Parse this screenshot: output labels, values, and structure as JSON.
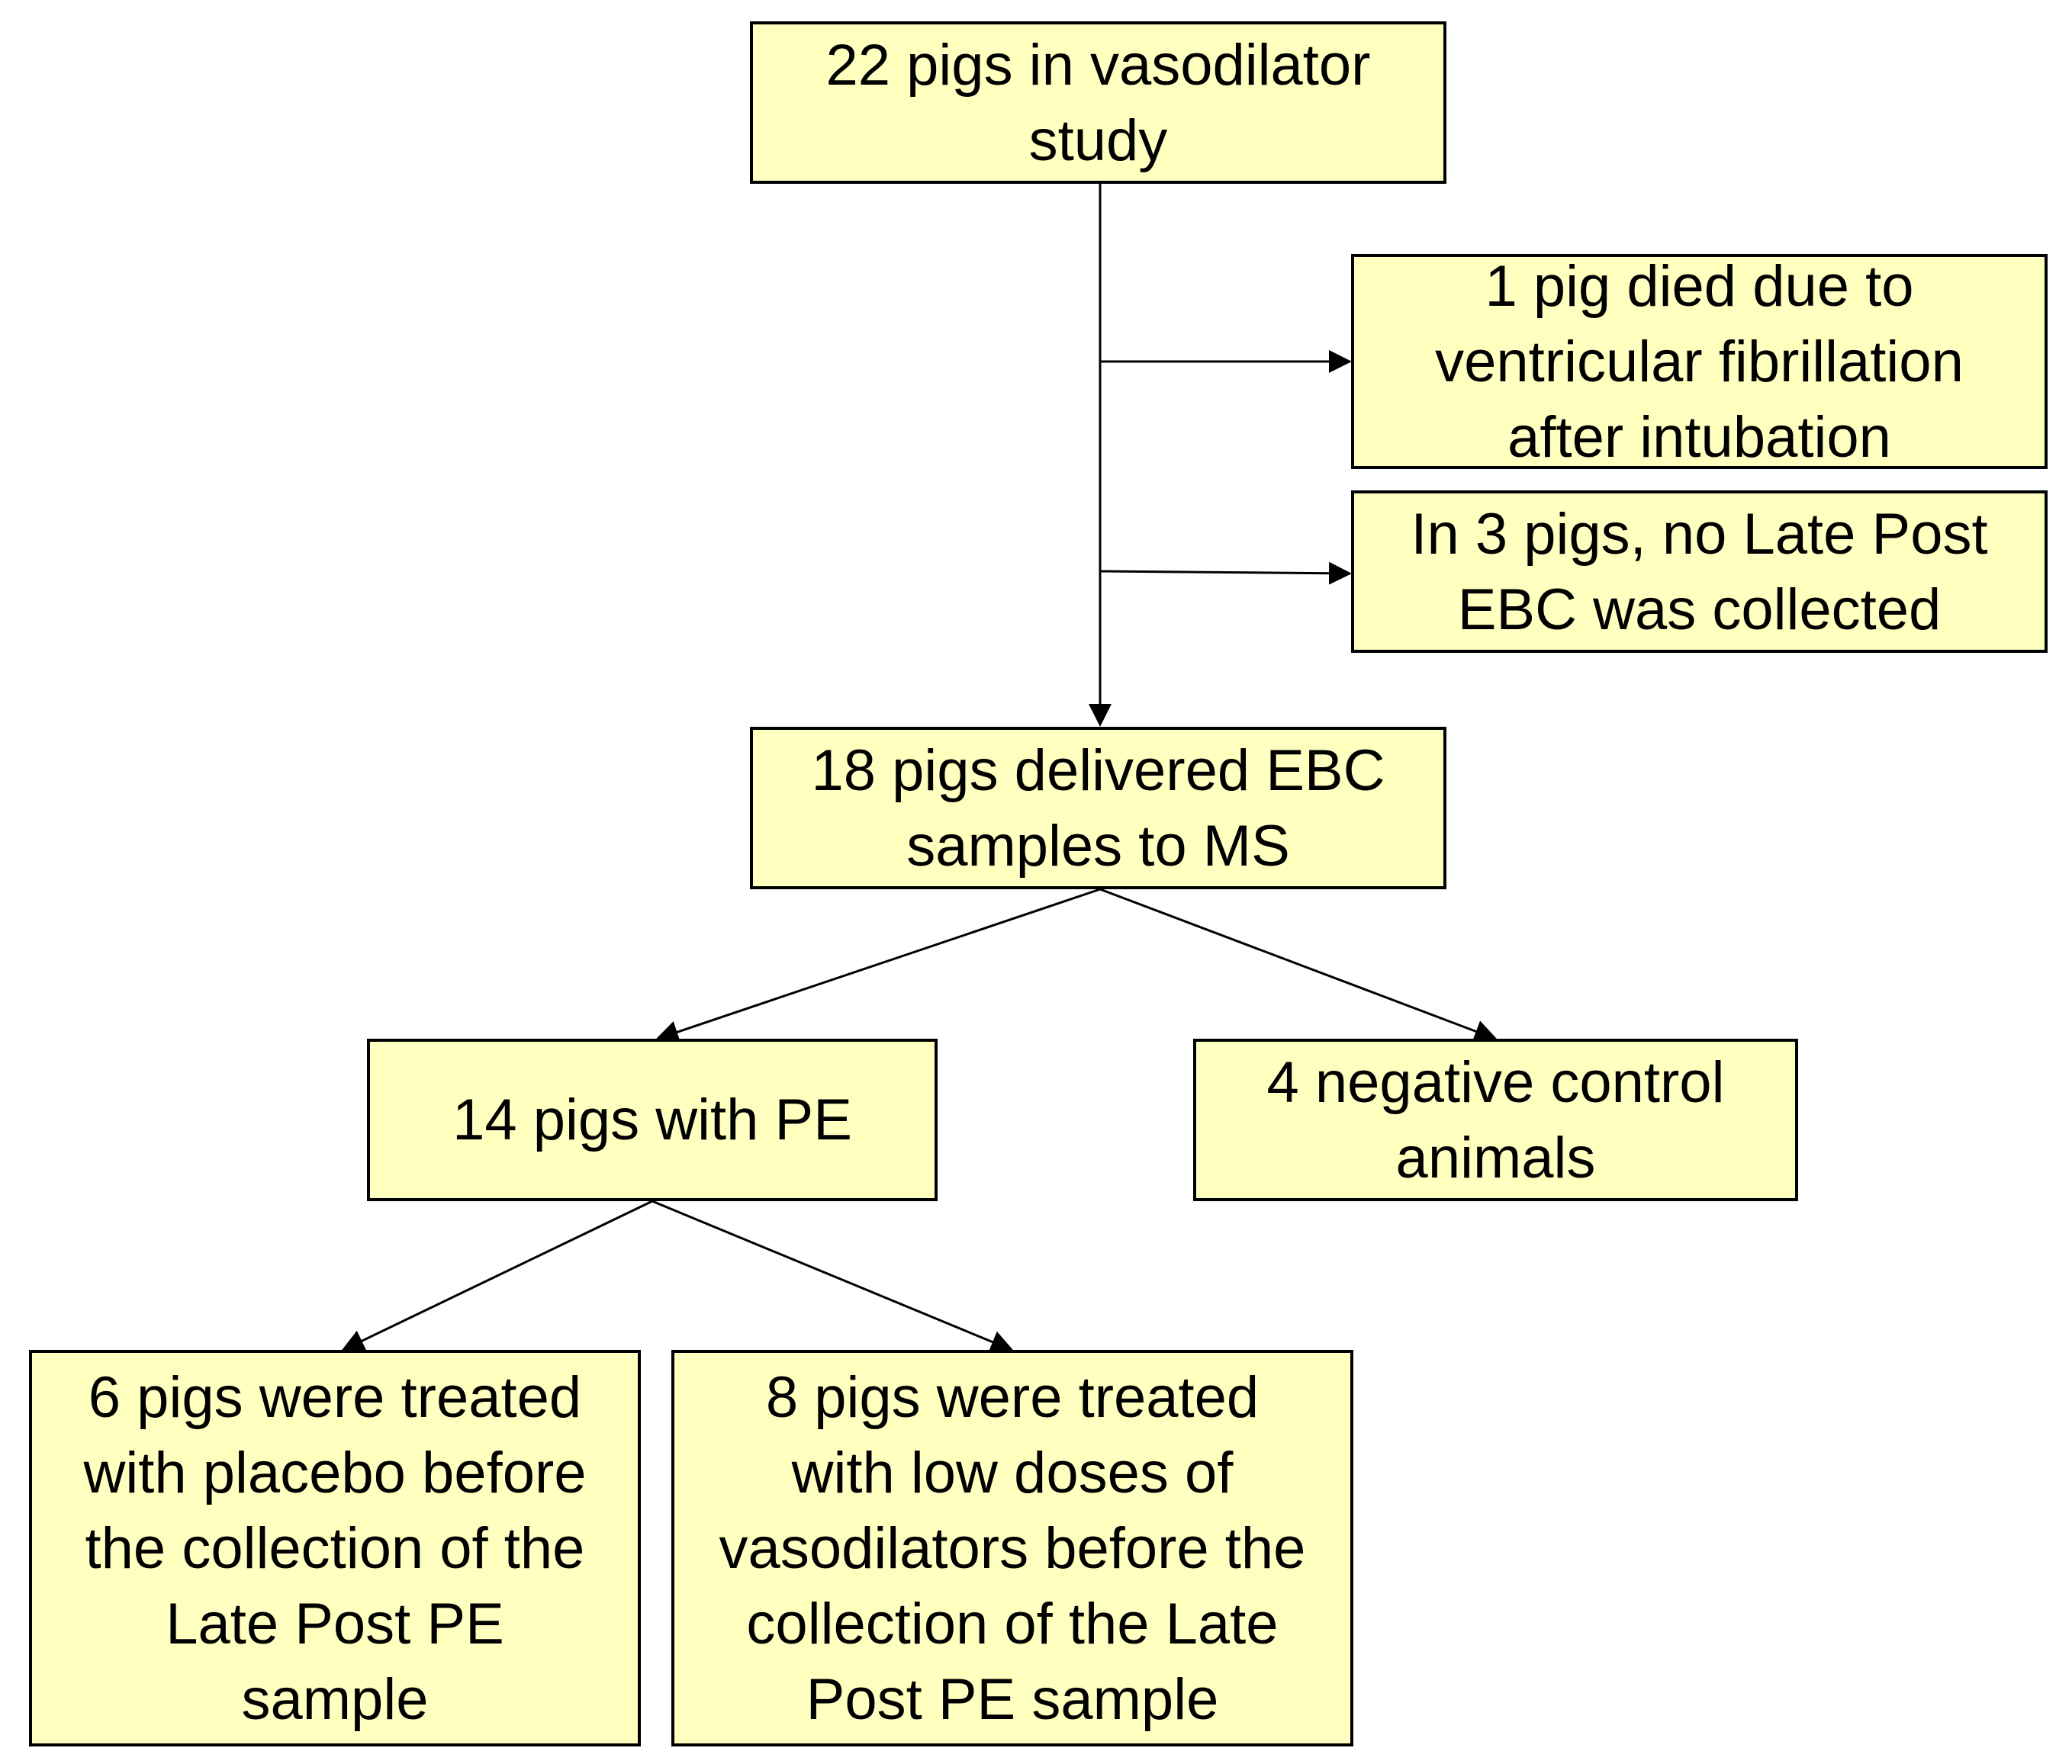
{
  "diagram": {
    "boxes": {
      "start": "22 pigs in vasodilator\nstudy",
      "excluded_vf": "1 pig died due to\nventricular fibrillation\nafter intubation",
      "excluded_no_ebc": "In 3 pigs, no Late Post\nEBC was collected",
      "delivered_ms": "18 pigs delivered EBC\nsamples to MS",
      "pe": "14 pigs with PE",
      "negative_control": "4 negative control\nanimals",
      "placebo": "6 pigs were treated\nwith placebo before\nthe collection of the\nLate Post PE\nsample",
      "vasodilator": "8 pigs were treated\nwith low doses of\nvasodilators before the\ncollection of the Late\nPost PE sample"
    },
    "colors": {
      "box_fill": "#ffffc0",
      "border": "#000000",
      "line": "#000000"
    }
  }
}
